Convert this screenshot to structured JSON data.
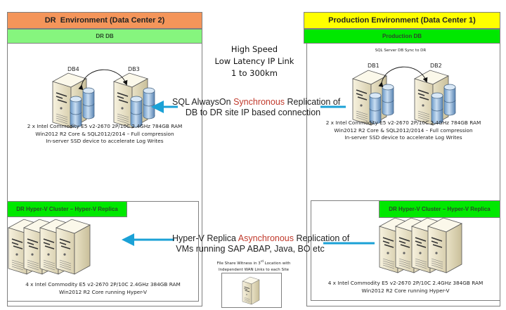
{
  "dr": {
    "title": "DR  Environment (Data Center 2)",
    "db_header": "DR DB",
    "servers": [
      "DB4",
      "DB3"
    ],
    "db_specs": [
      "2 x Intel Commodity E5 v2-2670 2P/10C 2.4GHz 784GB RAM",
      "Win2012 R2 Core & SQL2012/2014 – Full compression",
      "In-server SSD device to accelerate Log Writes"
    ],
    "cluster_header": "DR Hyper-V Cluster – Hyper-V Replica",
    "cluster_specs": [
      "4 x Intel Commodity E5 v2-2670 2P/10C 2.4GHz 384GB RAM",
      "Win2012 R2 Core running Hyper-V"
    ]
  },
  "prod": {
    "title": "Production Environment (Data Center 1)",
    "db_header": "Production DB",
    "sync_note": "SQL Server DB Sync to DR",
    "servers": [
      "DB1",
      "DB2"
    ],
    "db_specs": [
      "2 x Intel Commodity E5 v2-2670 2P/10C 2.4GHz 784GB RAM",
      "Win2012 R2 Core & SQL2012/2014 – Full compression",
      "In-server SSD device to accelerate Log Writes"
    ],
    "cluster_header": "DR Hyper-V Cluster – Hyper-V Replica",
    "cluster_specs": [
      "4 x Intel Commodity E5 v2-2670 2P/10C 2.4GHz 384GB RAM",
      "Win2012 R2 Core running Hyper-V"
    ]
  },
  "link": {
    "lines": [
      "High Speed",
      "Low Latency IP Link",
      "1 to 300km"
    ]
  },
  "sql_replication": {
    "prefix": "SQL AlwaysOn ",
    "highlight": "Synchronous",
    "suffix": " Replication of",
    "line2": "DB to DR site IP based connection"
  },
  "hyperv_replication": {
    "prefix": "Hyper-V Replica ",
    "highlight": "Asynchronous",
    "suffix": " Replication of",
    "line2": "VMs running SAP ABAP, Java, BO etc"
  },
  "witness": {
    "line1_pre": "File Share Witness in 3",
    "line1_sup": "rd",
    "line1_post": " Location with",
    "line2": "Independent WAN Links to each Site"
  },
  "colors": {
    "dr_header": "#f4955a",
    "prod_header": "#ffff00",
    "dr_db_header": "#86f57e",
    "green_header": "#00e800",
    "arrow": "#1ba1d6",
    "highlight_red": "#c0392b"
  }
}
